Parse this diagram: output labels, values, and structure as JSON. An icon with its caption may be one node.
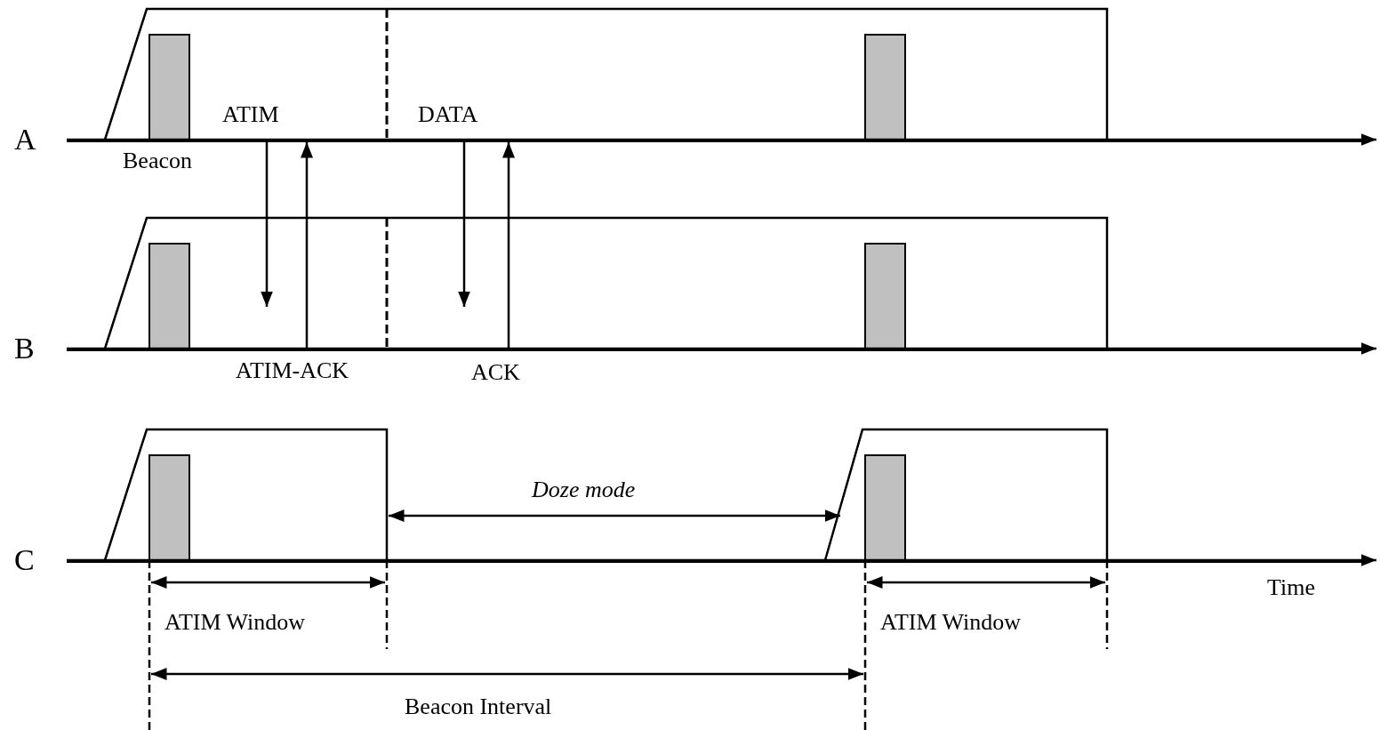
{
  "diagram": {
    "nodes": [
      {
        "text": [
          "A"
        ]
      },
      {
        "text": [
          "B"
        ]
      },
      {
        "text": [
          "C"
        ]
      }
    ],
    "edges": [
      {
        "from": 0,
        "to": 1,
        "arrow": "to",
        "label": "ATIM"
      },
      {
        "from": 1,
        "to": 0,
        "arrow": "to",
        "label": "ATIM-ACK"
      },
      {
        "from": 0,
        "to": 1,
        "arrow": "to",
        "label": "DATA"
      },
      {
        "from": 1,
        "to": 0,
        "arrow": "to",
        "label": "ACK"
      }
    ],
    "labels": [
      "Beacon",
      "Doze mode",
      "Time",
      "ATIM Window",
      "ATIM Window",
      "Beacon Interval"
    ]
  }
}
